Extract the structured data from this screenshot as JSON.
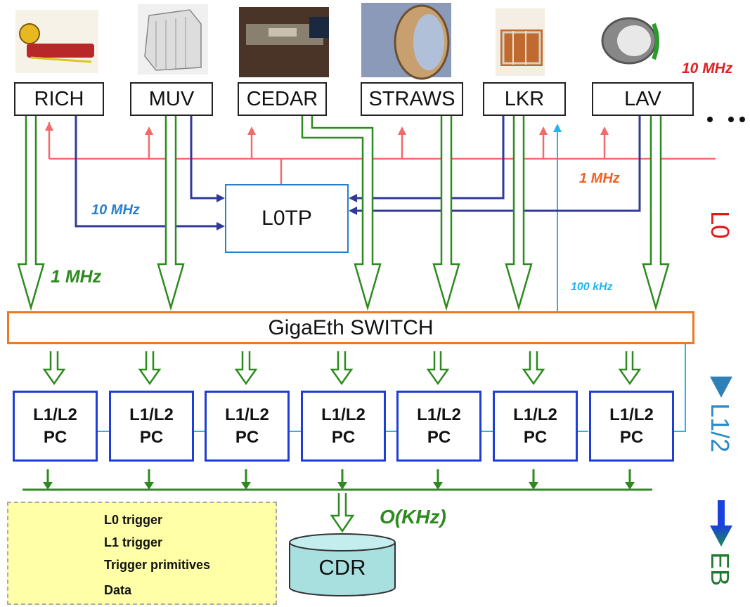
{
  "detectors": [
    {
      "name": "RICH"
    },
    {
      "name": "MUV"
    },
    {
      "name": "CEDAR"
    },
    {
      "name": "STRAWS"
    },
    {
      "name": "LKR"
    },
    {
      "name": "LAV"
    }
  ],
  "l0tp_label": "L0TP",
  "switch_label": "GigaEth SWITCH",
  "pc_line1": "L1/L2",
  "pc_line2": "PC",
  "pc_count": 7,
  "cdr_label": "CDR",
  "rates": {
    "top_red": "10 MHz",
    "mid_red": "1 MHz",
    "blue": "10 MHz",
    "green": "1 MHz",
    "cyan": "100 kHz",
    "output": "O(KHz)"
  },
  "stages": {
    "l0": "L0",
    "l12": "L1/2",
    "eb": "EB"
  },
  "legend": [
    {
      "label": "L0 trigger",
      "color": "#f26a6a"
    },
    {
      "label": "L1 trigger",
      "color": "#20b5f0"
    },
    {
      "label": "Trigger primitives",
      "color": "#303a9a"
    },
    {
      "label": "Data",
      "color": "#2c8a1e"
    }
  ]
}
